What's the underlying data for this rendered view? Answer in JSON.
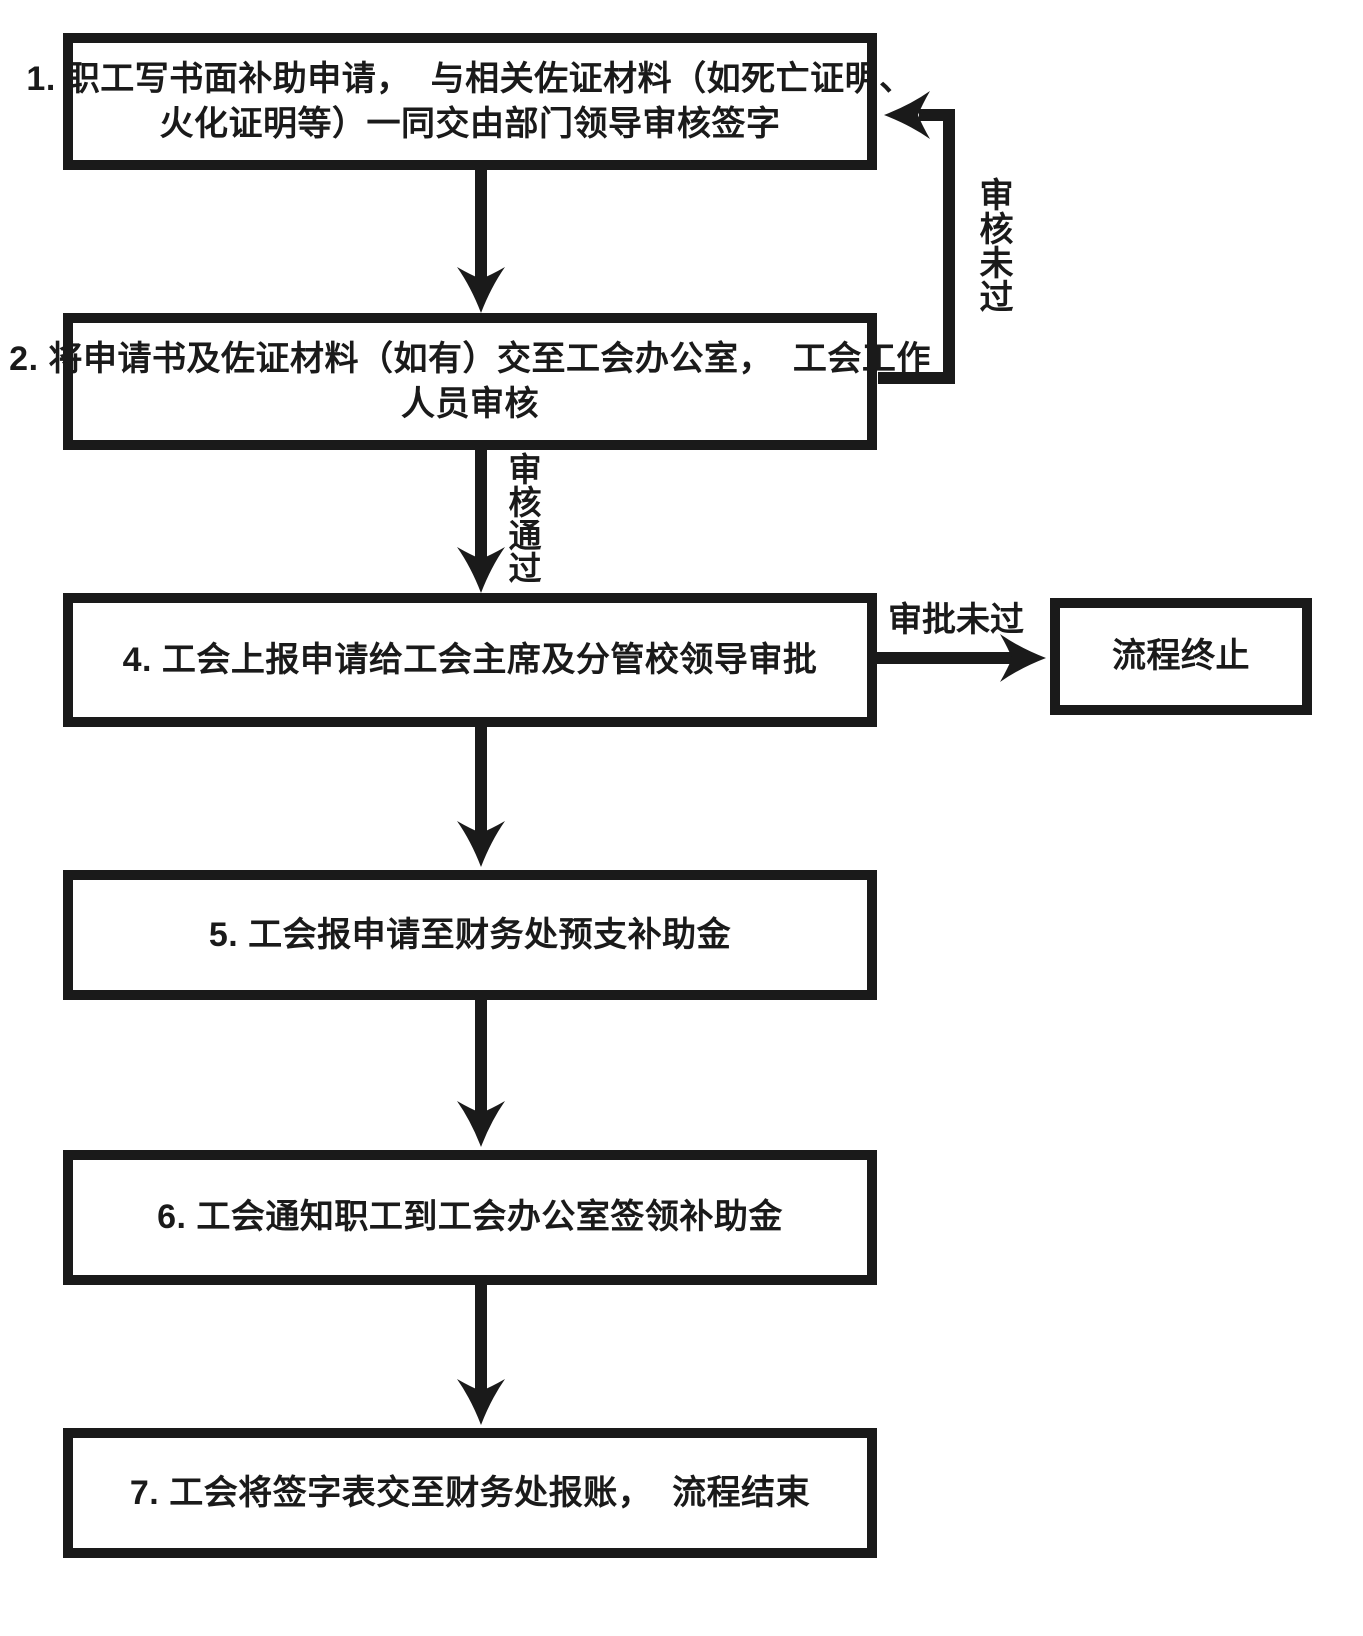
{
  "diagram": {
    "type": "flowchart",
    "colors": {
      "line": "#1a1a1a",
      "background": "#ffffff",
      "text": "#1a1a1a"
    },
    "boxes": [
      {
        "id": "step1",
        "lines": [
          "1. 职工写书面补助申请，  与相关佐证材料（如死亡证明、",
          "火化证明等）一同交由部门领导审核签字"
        ]
      },
      {
        "id": "step2",
        "lines": [
          "2. 将申请书及佐证材料（如有）交至工会办公室，  工会工作",
          "人员审核"
        ]
      },
      {
        "id": "step4",
        "lines": [
          "4. 工会上报申请给工会主席及分管校领导审批"
        ]
      },
      {
        "id": "step5",
        "lines": [
          "5. 工会报申请至财务处预支补助金"
        ]
      },
      {
        "id": "step6",
        "lines": [
          "6. 工会通知职工到工会办公室签领补助金"
        ]
      },
      {
        "id": "step7",
        "lines": [
          "7. 工会将签字表交至财务处报账，  流程结束"
        ]
      },
      {
        "id": "terminate",
        "lines": [
          "流程终止"
        ]
      }
    ],
    "labels": {
      "review_fail": "审核未过",
      "review_pass": "审核通过",
      "approval_fail": "审批未过"
    }
  }
}
